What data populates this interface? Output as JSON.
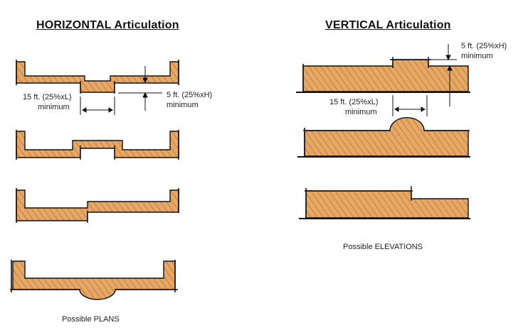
{
  "titles": {
    "horizontal": "HORIZONTAL Articulation",
    "vertical": "VERTICAL Articulation"
  },
  "horizontal_dims": {
    "length_line1": "15 ft. (25%xL)",
    "length_line2": "minimum",
    "height_line1": "5 ft. (25%xH)",
    "height_line2": "minimum"
  },
  "vertical_dims": {
    "height_line1": "5 ft. (25%xH)",
    "height_line2": "minimum",
    "length_line1": "15 ft. (25%xL)",
    "length_line2": "minimum"
  },
  "captions": {
    "plans": "Possible PLANS",
    "elevations": "Possible ELEVATIONS"
  },
  "colors": {
    "wall_fill": "#e4a464",
    "wall_hatch": "#c88040",
    "ink": "#111111"
  }
}
